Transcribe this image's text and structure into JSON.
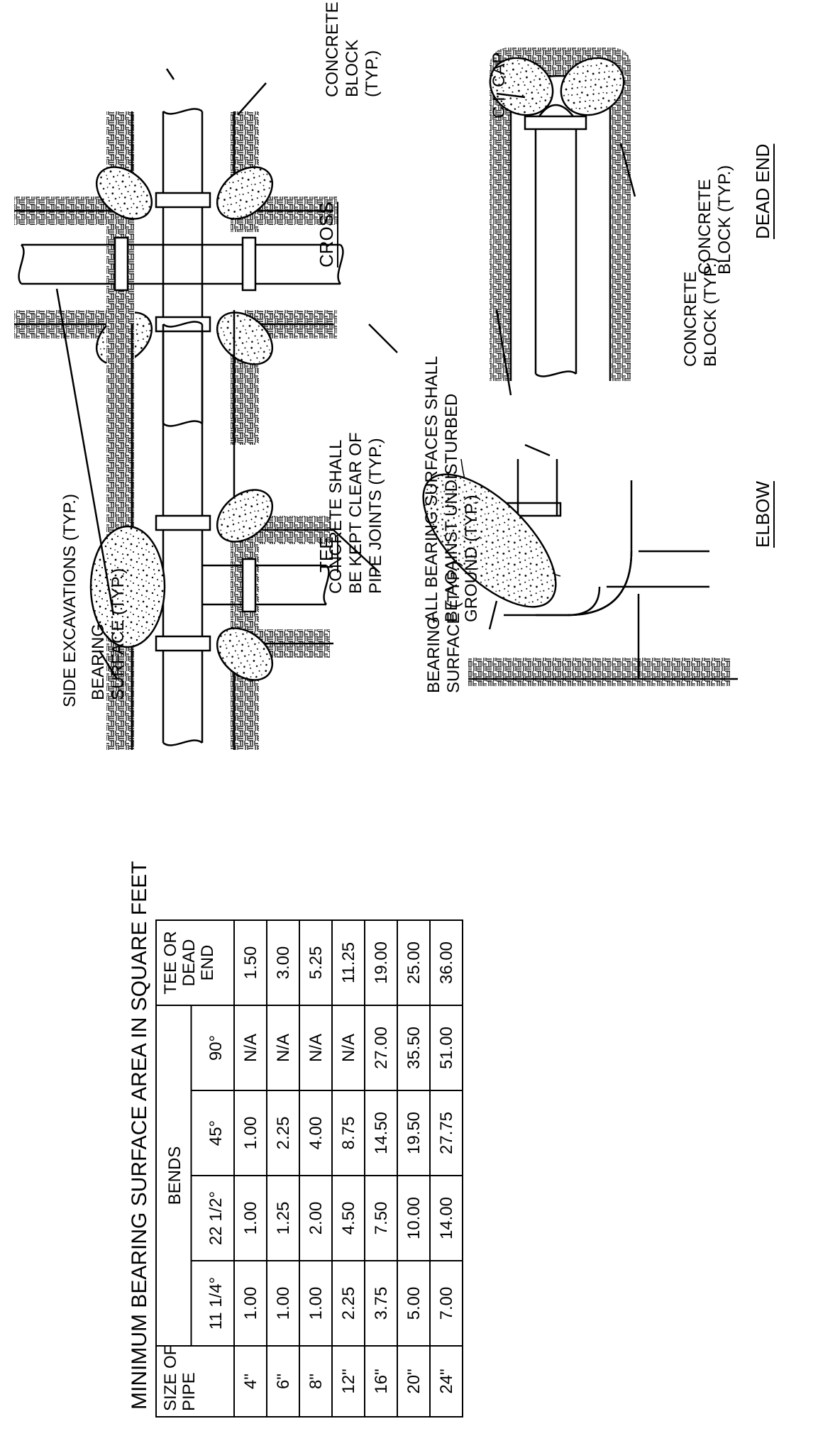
{
  "labels": {
    "side_excavations": "SIDE EXCAVATIONS (TYP.)",
    "bearing_surface_top": "BEARING\nSURFACE (TYP.)",
    "concrete_block_cross": "CONCRETE\nBLOCK (TYP.)",
    "concrete_clear": "CONCRETE SHALL\nBE KEPT CLEAR OF\nPIPE JOINTS (TYP.)",
    "undisturbed": "ALL BEARING SURFACES SHALL\nBE AGAINST UNDISTURBED\nGROUND (TYP.)",
    "ci_cap": "C.I. CAP",
    "concrete_block_dead_end": "CONCRETE\nBLOCK (TYP.)",
    "concrete_block_elbow": "CONCRETE\nBLOCK (TYP.)",
    "bearing_surface_elbow": "BEARING\nSURFACE (TYP.)"
  },
  "titles": {
    "cross": "CROSS",
    "tee": "TEE",
    "dead_end": "DEAD END",
    "elbow": "ELBOW"
  },
  "table": {
    "title": "MINIMUM BEARING SURFACE AREA IN SQUARE FEET",
    "size_header": "SIZE OF\nPIPE",
    "bends_header": "BENDS",
    "tee_header": "TEE OR\nDEAD\nEND",
    "bend_angles": [
      "11 1/4°",
      "22 1/2°",
      "45°",
      "90°"
    ],
    "rows": [
      {
        "size": "4\"",
        "v": [
          "1.00",
          "1.00",
          "1.00",
          "N/A",
          "1.50"
        ]
      },
      {
        "size": "6\"",
        "v": [
          "1.00",
          "1.25",
          "2.25",
          "N/A",
          "3.00"
        ]
      },
      {
        "size": "8\"",
        "v": [
          "1.00",
          "2.00",
          "4.00",
          "N/A",
          "5.25"
        ]
      },
      {
        "size": "12\"",
        "v": [
          "2.25",
          "4.50",
          "8.75",
          "N/A",
          "11.25"
        ]
      },
      {
        "size": "16\"",
        "v": [
          "3.75",
          "7.50",
          "14.50",
          "27.00",
          "19.00"
        ]
      },
      {
        "size": "20\"",
        "v": [
          "5.00",
          "10.00",
          "19.50",
          "35.50",
          "25.00"
        ]
      },
      {
        "size": "24\"",
        "v": [
          "7.00",
          "14.00",
          "27.75",
          "51.00",
          "36.00"
        ]
      }
    ]
  }
}
